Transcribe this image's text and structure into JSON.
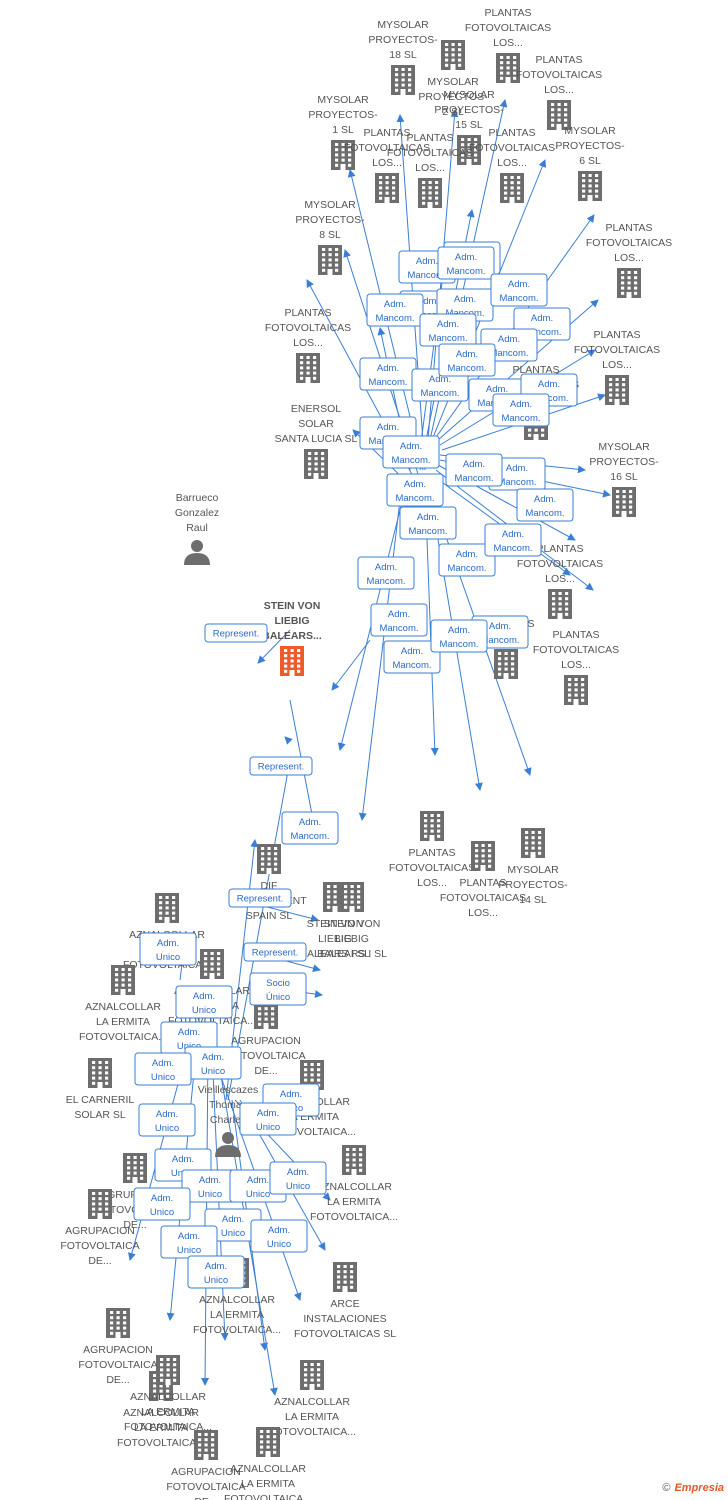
{
  "nodes": [
    {
      "type": "company",
      "label": [
        "MYSOLAR",
        "PROYECTOS-",
        "2 SL"
      ]
    },
    {
      "type": "company",
      "label": [
        "PLANTAS",
        "FOTOVOLTAICAS",
        "LOS..."
      ]
    },
    {
      "type": "company",
      "label": [
        "MYSOLAR",
        "PROYECTOS-",
        "18 SL"
      ]
    },
    {
      "type": "company",
      "label": [
        "PLANTAS",
        "FOTOVOLTAICAS",
        "LOS..."
      ]
    },
    {
      "type": "company",
      "label": [
        "MYSOLAR",
        "PROYECTOS-",
        "15 SL"
      ]
    },
    {
      "type": "company",
      "label": [
        "MYSOLAR",
        "PROYECTOS-",
        "1 SL"
      ]
    },
    {
      "type": "company",
      "label": [
        "PLANTAS",
        "FOTOVOLTAICAS",
        "LOS..."
      ]
    },
    {
      "type": "company",
      "label": [
        "PLANTAS",
        "FOTOVOLTAICAS",
        "LOS..."
      ]
    },
    {
      "type": "company",
      "label": [
        "PLANTAS",
        "FOTOVOLTAICAS",
        "LOS..."
      ]
    },
    {
      "type": "company",
      "label": [
        "MYSOLAR",
        "PROYECTOS-",
        "6 SL"
      ]
    },
    {
      "type": "company",
      "label": [
        "PLANTAS",
        "FOTOVOLTAICAS",
        "LOS..."
      ]
    },
    {
      "type": "company",
      "label": [
        "MYSOLAR",
        "PROYECTOS-",
        "8 SL"
      ]
    },
    {
      "type": "company",
      "label": [
        "PLANTAS",
        "FOTOVOLTAICAS",
        "LOS..."
      ]
    },
    {
      "type": "company",
      "label": [
        "PLANTAS",
        "FOTOVOLTAICAS",
        "LOS..."
      ]
    },
    {
      "type": "company",
      "label": [
        "PLANTAS",
        "FOTOVOLTAICAS",
        "LOS..."
      ]
    },
    {
      "type": "company",
      "label": [
        "ENERSOL",
        "SOLAR",
        "SANTA LUCIA SL"
      ]
    },
    {
      "type": "company",
      "label": [
        "MYSOLAR",
        "PROYECTOS-",
        "16 SL"
      ]
    },
    {
      "type": "person",
      "label": [
        "Barrueco",
        "Gonzalez",
        "Raul"
      ]
    },
    {
      "type": "company",
      "label": [
        "PLANTAS",
        "FOTOVOLTAICAS",
        "LOS..."
      ]
    },
    {
      "type": "focus",
      "label": [
        "STEIN VON",
        "LIEBIG",
        "BALEARS..."
      ]
    },
    {
      "type": "company",
      "label": [
        "SERVICIOS",
        "DE..."
      ]
    },
    {
      "type": "company",
      "label": [
        "PLANTAS",
        "FOTOVOLTAICAS",
        "LOS..."
      ]
    },
    {
      "type": "company",
      "label": [
        "PLANTAS",
        "FOTOVOLTAICAS",
        "LOS..."
      ]
    },
    {
      "type": "company",
      "label": [
        "STEIN VON",
        "LIEBIG",
        "BALEARS I SL"
      ]
    },
    {
      "type": "company",
      "label": [
        "PLANTAS",
        "FOTOVOLTAICAS",
        "LOS..."
      ]
    },
    {
      "type": "company",
      "label": [
        "MYSOLAR",
        "PROYECTOS-",
        "14 SL"
      ]
    },
    {
      "type": "company",
      "label": [
        "DIF",
        "MANAGEMENT",
        "SPAIN  SL"
      ]
    },
    {
      "type": "company",
      "label": [
        "STEIN VON",
        "LIEBIG",
        "BALEARS I SL"
      ]
    },
    {
      "type": "company",
      "label": [
        "AZNALCOLLAR",
        "LA ERMITA",
        "FOTOVOLTAICA..."
      ]
    },
    {
      "type": "company",
      "label": [
        "AZNALCOLLAR",
        "LA ERMITA",
        "FOTOVOLTAICA..."
      ]
    },
    {
      "type": "company",
      "label": [
        "AZNALCOLLAR",
        "LA ERMITA",
        "FOTOVOLTAICA..."
      ]
    },
    {
      "type": "company",
      "label": [
        "AGRUPACION",
        "FOTOVOLTAICA",
        "DE..."
      ]
    },
    {
      "type": "company",
      "label": [
        "EL CARNERIL",
        "SOLAR SL"
      ]
    },
    {
      "type": "company",
      "label": [
        "AZNALCOLLAR",
        "LA ERMITA",
        "FOTOVOLTAICA..."
      ]
    },
    {
      "type": "company",
      "label": [
        "AGRUPACION",
        "FOTOVOLTAICA",
        "DE..."
      ]
    },
    {
      "type": "person",
      "label": [
        "Vieillescazes",
        "Thomas",
        "Charles"
      ]
    },
    {
      "type": "company",
      "label": [
        "AZNALCOLLAR",
        "LA ERMITA",
        "FOTOVOLTAICA..."
      ]
    },
    {
      "type": "company",
      "label": [
        "AGRUPACION",
        "FOTOVOLTAICA",
        "DE..."
      ]
    },
    {
      "type": "company",
      "label": [
        "AZNALCOLLAR",
        "LA ERMITA",
        "FOTOVOLTAICA..."
      ]
    },
    {
      "type": "company",
      "label": [
        "AGRUPACION",
        "FOTOVOLTAICA",
        "DE..."
      ]
    },
    {
      "type": "company",
      "label": [
        "ARCE",
        "INSTALACIONES",
        "FOTOVOLTAICAS SL"
      ]
    },
    {
      "type": "company",
      "label": [
        "AZNALCOLLAR",
        "LA ERMITA",
        "FOTOVOLTAICA..."
      ]
    },
    {
      "type": "company",
      "label": [
        "AZNALCOLLAR",
        "LA ERMITA",
        "FOTOVOLTAICA..."
      ]
    },
    {
      "type": "company",
      "label": [
        "AGRUPACION",
        "FOTOVOLTAICA",
        "DE..."
      ]
    },
    {
      "type": "company",
      "label": [
        "AZNALCOLLAR",
        "LA ERMITA",
        "FOTOVOLTAICA..."
      ]
    },
    {
      "type": "company",
      "label": [
        "AZNALCOLLAR",
        "LA ERMITA",
        "FOTOVOLTAICA..."
      ]
    }
  ],
  "edge_badges": [
    {
      "lines": [
        "Adm.",
        "Mancom."
      ]
    },
    {
      "lines": [
        "Adm.",
        "Mancom."
      ]
    },
    {
      "lines": [
        "Adm.",
        "Mancom."
      ]
    },
    {
      "lines": [
        "Adm.",
        "Mancom."
      ]
    },
    {
      "lines": [
        "Adm.",
        "Mancom."
      ]
    },
    {
      "lines": [
        "Adm.",
        "Mancom."
      ]
    },
    {
      "lines": [
        "Adm.",
        "Mancom."
      ]
    },
    {
      "lines": [
        "Adm.",
        "Mancom."
      ]
    },
    {
      "lines": [
        "Adm.",
        "Mancom."
      ]
    },
    {
      "lines": [
        "Adm.",
        "Mancom."
      ]
    },
    {
      "lines": [
        "Adm.",
        "Mancom."
      ]
    },
    {
      "lines": [
        "Adm.",
        "Mancom."
      ]
    },
    {
      "lines": [
        "Adm.",
        "Mancom."
      ]
    },
    {
      "lines": [
        "Adm.",
        "Mancom."
      ]
    },
    {
      "lines": [
        "Adm.",
        "Mancom."
      ]
    },
    {
      "lines": [
        "Adm.",
        "Mancom."
      ]
    },
    {
      "lines": [
        "Adm.",
        "Mancom."
      ]
    },
    {
      "lines": [
        "Adm.",
        "Mancom."
      ]
    },
    {
      "lines": [
        "Adm.",
        "Mancom."
      ]
    },
    {
      "lines": [
        "Adm.",
        "Mancom."
      ]
    },
    {
      "lines": [
        "Adm.",
        "Mancom."
      ]
    },
    {
      "lines": [
        "Adm.",
        "Mancom."
      ]
    },
    {
      "lines": [
        "Adm.",
        "Mancom."
      ]
    },
    {
      "lines": [
        "Adm.",
        "Mancom."
      ]
    },
    {
      "lines": [
        "Adm.",
        "Mancom."
      ]
    },
    {
      "lines": [
        "Adm.",
        "Mancom."
      ]
    },
    {
      "lines": [
        "Adm.",
        "Mancom."
      ]
    },
    {
      "lines": [
        "Adm.",
        "Mancom."
      ]
    },
    {
      "lines": [
        "Adm.",
        "Mancom."
      ]
    },
    {
      "lines": [
        "Represent."
      ]
    },
    {
      "lines": [
        "Adm.",
        "Mancom."
      ]
    },
    {
      "lines": [
        "Adm.",
        "Mancom."
      ]
    },
    {
      "lines": [
        "Represent."
      ]
    },
    {
      "lines": [
        "Represent."
      ]
    },
    {
      "lines": [
        "Represent."
      ]
    },
    {
      "lines": [
        "Socio",
        "Único"
      ]
    },
    {
      "lines": [
        "Adm.",
        "Unico"
      ]
    },
    {
      "lines": [
        "Adm.",
        "Unico"
      ]
    },
    {
      "lines": [
        "Adm.",
        "Unico"
      ]
    },
    {
      "lines": [
        "Adm.",
        "Unico"
      ]
    },
    {
      "lines": [
        "Adm.",
        "Unico"
      ]
    },
    {
      "lines": [
        "Adm.",
        "Unico"
      ]
    },
    {
      "lines": [
        "Adm.",
        "Unico"
      ]
    },
    {
      "lines": [
        "Adm.",
        "Unico"
      ]
    },
    {
      "lines": [
        "Adm.",
        "Unico"
      ]
    },
    {
      "lines": [
        "Adm.",
        "Unico"
      ]
    },
    {
      "lines": [
        "Adm.",
        "Unico"
      ]
    },
    {
      "lines": [
        "Adm.",
        "Unico"
      ]
    },
    {
      "lines": [
        "Adm.",
        "Unico"
      ]
    },
    {
      "lines": [
        "Adm.",
        "Unico"
      ]
    },
    {
      "lines": [
        "Adm.",
        "Unico"
      ]
    },
    {
      "lines": [
        "Adm.",
        "Unico"
      ]
    },
    {
      "lines": [
        "Adm.",
        "Unico"
      ]
    }
  ],
  "colors": {
    "edge": "#3a7fd5",
    "building": "#6d6d6d",
    "focus": "#f05a28",
    "person": "#6d6d6d"
  },
  "credit": {
    "copyright": "©",
    "brand": "Empresia"
  }
}
